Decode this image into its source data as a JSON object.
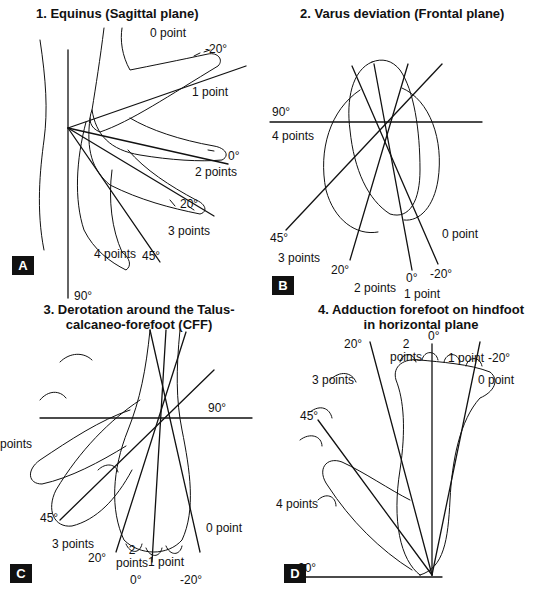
{
  "diagram": {
    "nodes": [
      {
        "text": [
          "A"
        ]
      },
      {
        "text": [
          "B"
        ]
      },
      {
        "text": [
          "C"
        ]
      },
      {
        "text": [
          "D"
        ]
      }
    ],
    "labels": [
      "1. Equinus (Sagittal plane)",
      "0 point",
      "-20°",
      "1 point",
      "0°",
      "2 points",
      "20°",
      "3 points",
      "4 points",
      "45°",
      "90°",
      "2. Varus deviation (Frontal plane)",
      "90°",
      "4 points",
      "45°",
      "3 points",
      "20°",
      "2 points",
      "0°",
      "1 point",
      "-20°",
      "0 point",
      "3. Derotation around the Talus- calcaneo-forefoot (CFF)",
      "90°",
      "points",
      "45°",
      "3 points",
      "20°",
      "2 points",
      "1 point",
      "0°",
      "0 point",
      "-20°",
      "4. Adduction forefoot on hindfoot in horizontal plane",
      "20°",
      "2 points",
      "0°",
      "1 point",
      "-20°",
      "0 point",
      "3 points",
      "45°",
      "4 points",
      "90°"
    ]
  }
}
